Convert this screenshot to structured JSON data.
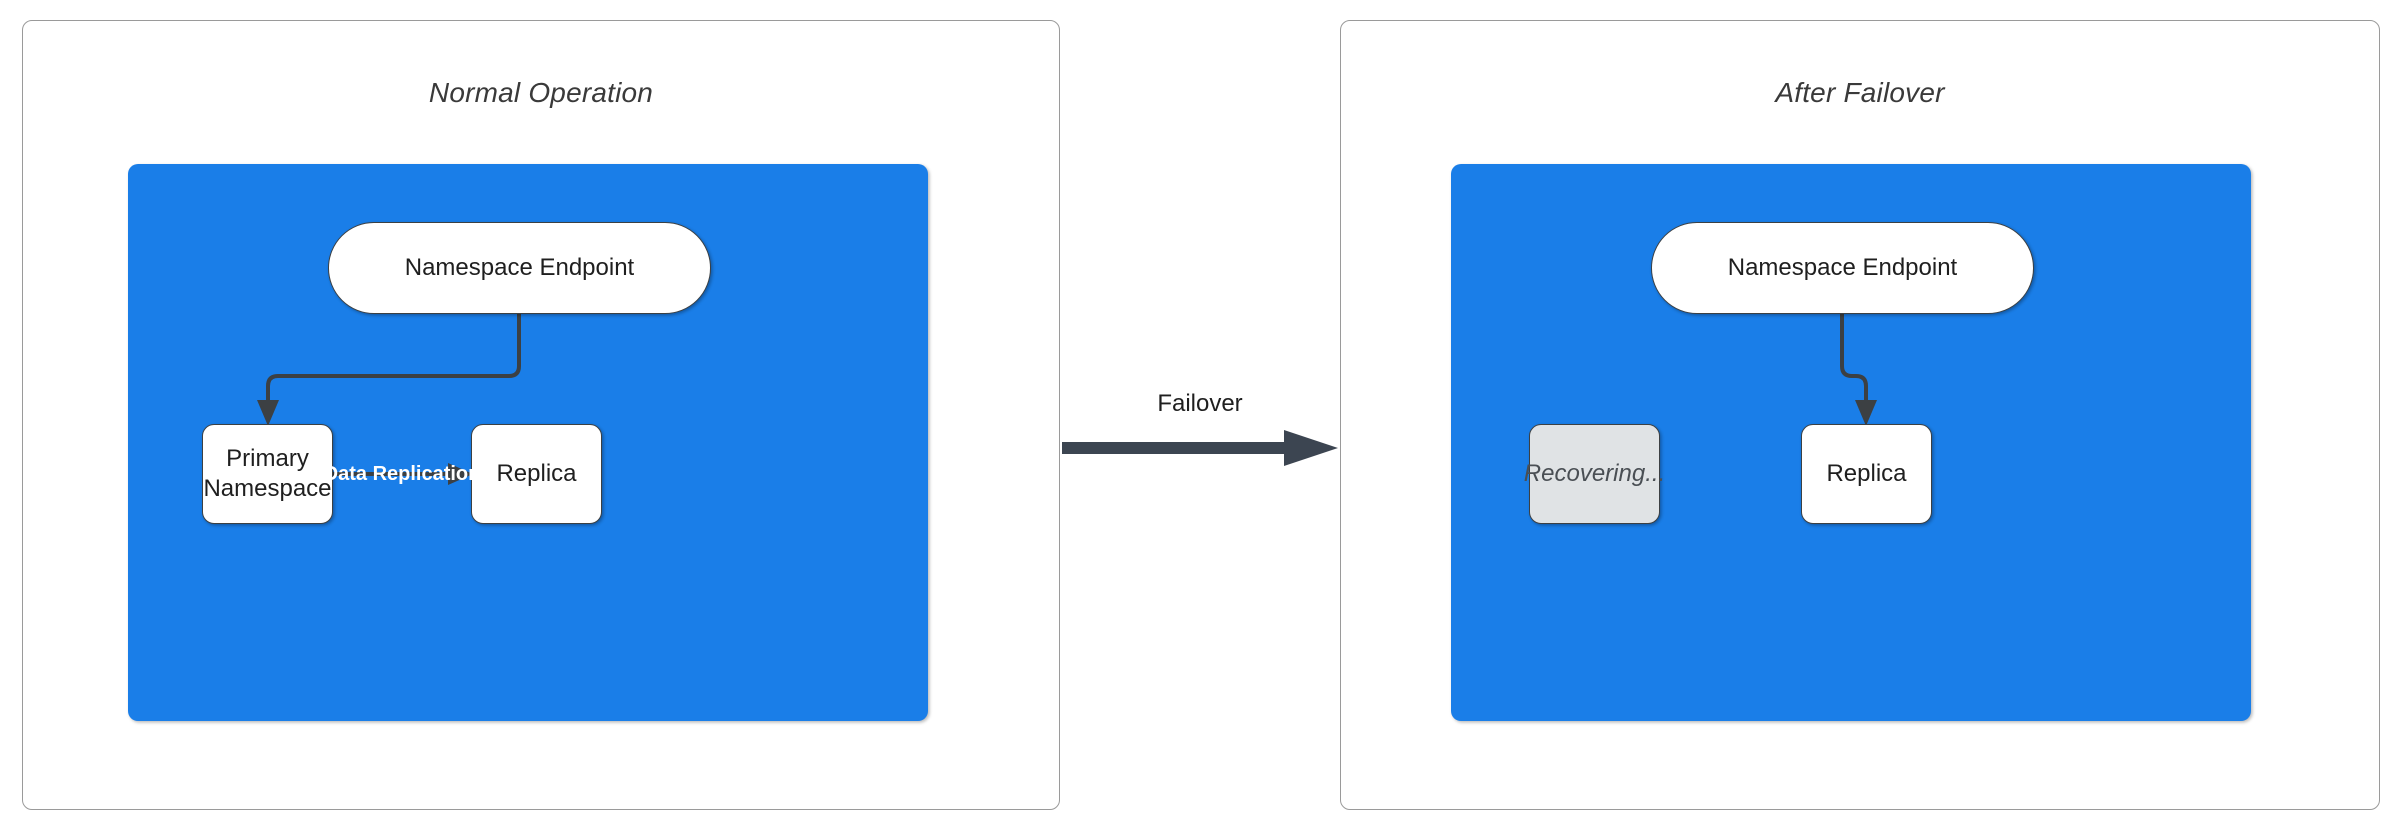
{
  "diagram": {
    "title_left": "Normal Operation",
    "title_right": "After Failover",
    "transition": {
      "label": "Failover",
      "icon": "right-arrow-icon"
    },
    "panels": [
      {
        "id": "normal-operation",
        "title": "Normal Operation",
        "nodes": {
          "endpoint": "Namespace Endpoint",
          "primary": "Primary\nNamespace",
          "primary_line1": "Primary",
          "primary_line2": "Namespace",
          "replica": "Replica"
        },
        "edges": {
          "endpoint_to_primary": "",
          "replication": "Data Replication"
        }
      },
      {
        "id": "after-failover",
        "title": "After Failover",
        "nodes": {
          "endpoint": "Namespace Endpoint",
          "recovering": "Recovering...",
          "replica": "Replica"
        },
        "edges": {
          "endpoint_to_replica": ""
        }
      }
    ]
  },
  "colors": {
    "region_blue": "#1a7ee8",
    "node_fill": "#ffffff",
    "node_border": "#3c4043",
    "recovering_fill": "#e0e3e5",
    "connector": "#3c4043",
    "panel_border": "#9a9a9a",
    "label_on_blue": "#ffffff"
  }
}
